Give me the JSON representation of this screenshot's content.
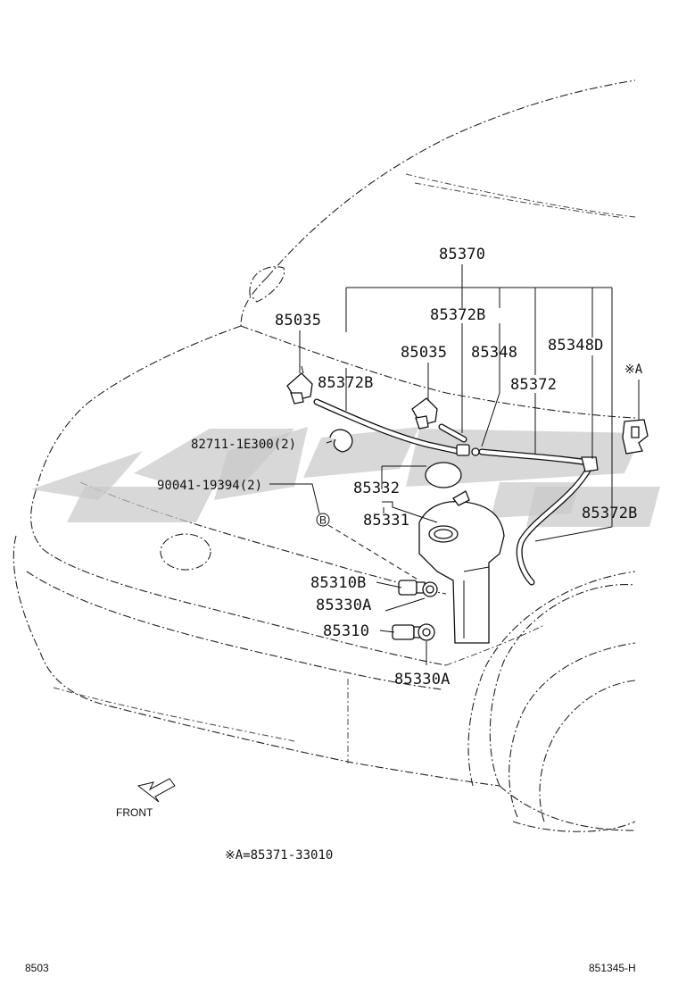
{
  "parts": {
    "p85370": "85370",
    "p85035_left": "85035",
    "p85372B_top": "85372B",
    "p85035_center": "85035",
    "p85348": "85348",
    "p85348D": "85348D",
    "p85372B_left": "85372B",
    "p85372": "85372",
    "note_a_mark": "※A",
    "p82711": "82711-1E300(2)",
    "p90041": "90041-19394(2)",
    "p85332": "85332",
    "p85331": "85331",
    "p85372B_right": "85372B",
    "p85310B": "85310B",
    "p85330A_top": "85330A",
    "p85310": "85310",
    "p85330A_bottom": "85330A",
    "b_callout": "B"
  },
  "front_label": "FRONT",
  "note_a": "※A=85371-33010",
  "footer": {
    "left": "8503",
    "right": "851345-H"
  }
}
